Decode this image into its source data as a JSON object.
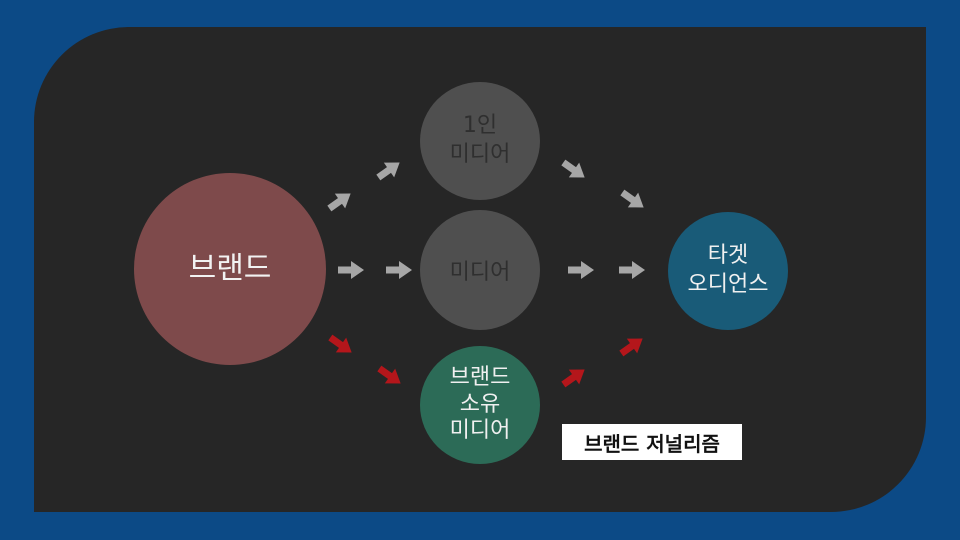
{
  "diagram": {
    "brand_node": "브랜드",
    "one_person_media_node": "1인\n미디어",
    "media_node": "미디어",
    "brand_owned_media_node": "브랜드\n소유\n미디어",
    "target_audience_node": "타겟\n오디언스",
    "caption": "브랜드 저널리즘"
  },
  "colors": {
    "background_frame": "#0c4a86",
    "panel": "#262626",
    "brand_node": "#7e4a4b",
    "inactive_node": "#4f4f4f",
    "owned_media_node": "#2c6b57",
    "target_node": "#195b78",
    "gray_arrow": "#a6a6a6",
    "red_arrow": "#b4161b"
  }
}
